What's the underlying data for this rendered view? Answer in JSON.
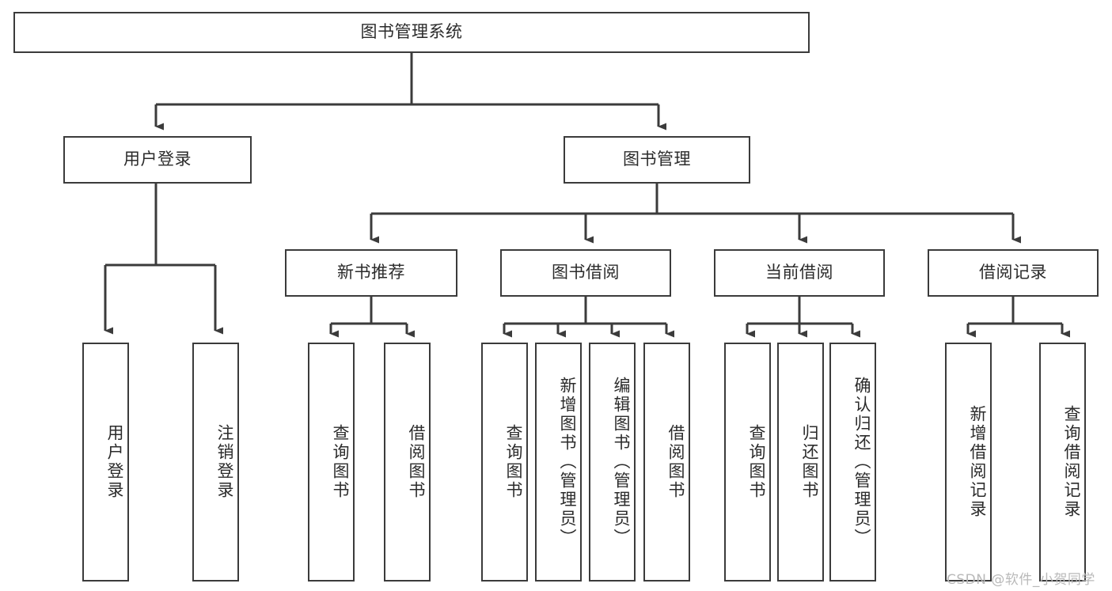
{
  "diagram": {
    "type": "tree-hierarchy",
    "title": "图书管理系统",
    "stroke_color": "#3b3b3b",
    "fill_color": "#ffffff",
    "text_color": "#2b2b2b",
    "watermark": "CSDN @软件_小贺同学",
    "root": {
      "id": "root",
      "label": "图书管理系统"
    },
    "level1": [
      {
        "id": "user-login",
        "label": "用户登录"
      },
      {
        "id": "book-management",
        "label": "图书管理"
      }
    ],
    "level2": [
      {
        "id": "new-book-recommend",
        "label": "新书推荐",
        "parent": "book-management"
      },
      {
        "id": "book-borrow",
        "label": "图书借阅",
        "parent": "book-management"
      },
      {
        "id": "current-borrow",
        "label": "当前借阅",
        "parent": "book-management"
      },
      {
        "id": "borrow-record",
        "label": "借阅记录",
        "parent": "book-management"
      }
    ],
    "leaves": [
      {
        "id": "leaf-user-login",
        "label": "用户登录",
        "parent": "user-login"
      },
      {
        "id": "leaf-logout-login",
        "label": "注销登录",
        "parent": "user-login"
      },
      {
        "id": "leaf-query-book-1",
        "label": "查询图书",
        "parent": "new-book-recommend"
      },
      {
        "id": "leaf-borrow-book-1",
        "label": "借阅图书",
        "parent": "new-book-recommend"
      },
      {
        "id": "leaf-query-book-2",
        "label": "查询图书",
        "parent": "book-borrow"
      },
      {
        "id": "leaf-add-book",
        "label": "新增图书（管理员）",
        "parent": "book-borrow"
      },
      {
        "id": "leaf-edit-book",
        "label": "编辑图书（管理员）",
        "parent": "book-borrow"
      },
      {
        "id": "leaf-borrow-book-2",
        "label": "借阅图书",
        "parent": "book-borrow"
      },
      {
        "id": "leaf-query-book-3",
        "label": "查询图书",
        "parent": "current-borrow"
      },
      {
        "id": "leaf-return-book",
        "label": "归还图书",
        "parent": "current-borrow"
      },
      {
        "id": "leaf-confirm-return",
        "label": "确认归还（管理员）",
        "parent": "current-borrow"
      },
      {
        "id": "leaf-add-record",
        "label": "新增借阅记录",
        "parent": "borrow-record"
      },
      {
        "id": "leaf-query-record",
        "label": "查询借阅记录",
        "parent": "borrow-record"
      }
    ]
  }
}
